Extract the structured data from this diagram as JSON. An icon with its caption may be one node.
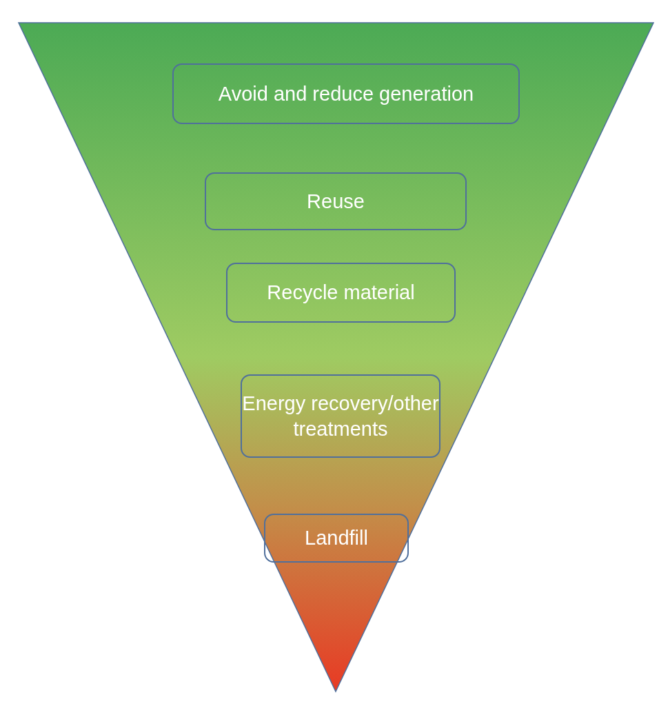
{
  "diagram": {
    "nodes": [
      {
        "text": [
          "Avoid and reduce generation"
        ]
      },
      {
        "text": [
          "Reuse"
        ]
      },
      {
        "text": [
          "Recycle material"
        ]
      },
      {
        "text": [
          "Energy recovery/other treatments"
        ]
      },
      {
        "text": [
          "Landfill"
        ]
      }
    ]
  }
}
